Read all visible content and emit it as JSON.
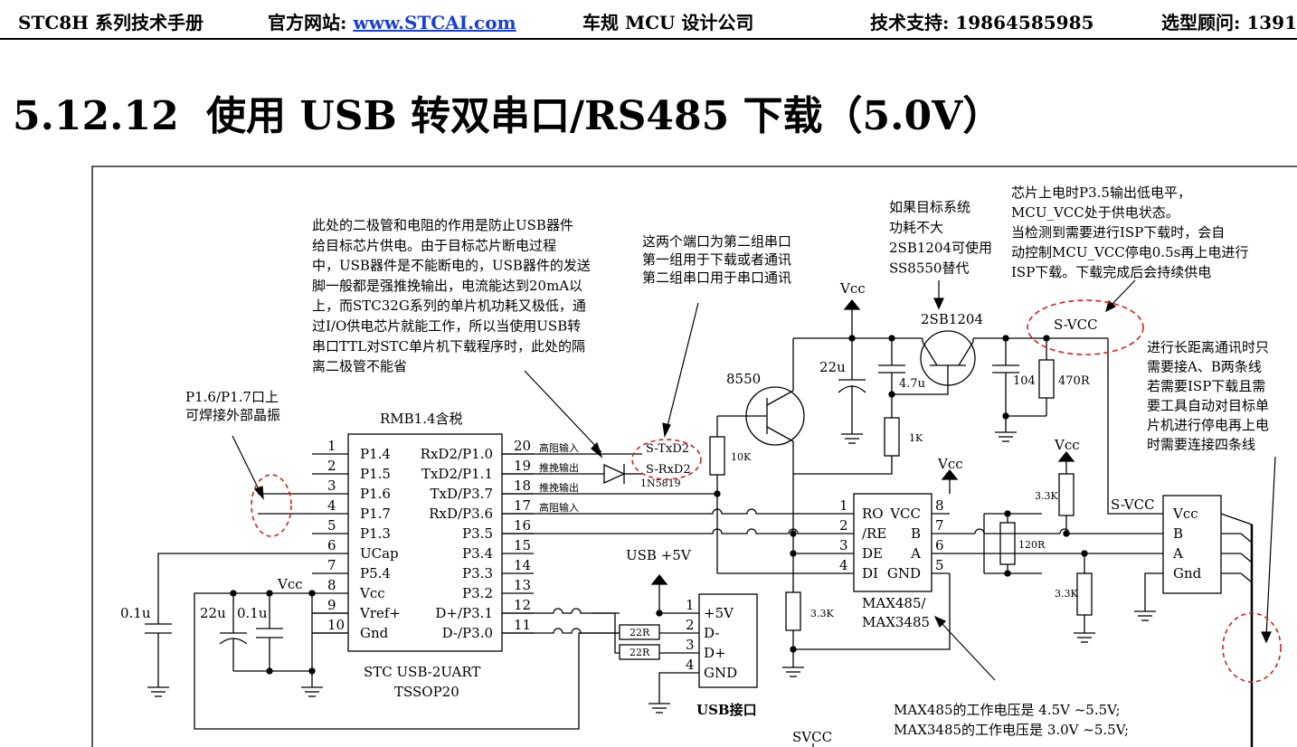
{
  "header": {
    "manual": "STC8H 系列技术手册",
    "site_label": "官方网站: ",
    "site_url": "www.STCAI.com",
    "company": "车规 MCU 设计公司",
    "support": "技术支持: 19864585985",
    "consultant": "选型顾问: 1391"
  },
  "title": {
    "number": "5.12.12",
    "text": "使用 USB 转双串口/RS485 下载（5.0V）"
  },
  "notes": {
    "diode": [
      "此处的二极管和电阻的作用是防止USB器件",
      "给目标芯片供电。由于目标芯片断电过程",
      "中，USB器件是不能断电的，USB器件的发送",
      "脚一般都是强推挽输出，电流能达到20mA以",
      "上，而STC32G系列的单片机功耗又极低，通",
      "过I/O供电芯片就能工作，所以当使用USB转",
      "串口TTL对STC单片机下载程序时，此处的隔",
      "离二极管不能省"
    ],
    "ports": [
      "这两个端口为第二组串口",
      "第一组用于下载或者通讯",
      "第二组串口用于串口通讯"
    ],
    "crystal": [
      "P1.6/P1.7口上",
      "可焊接外部晶振"
    ],
    "transistor": [
      "如果目标系统",
      "功耗不大",
      "2SB1204可使用",
      "SS8550替代"
    ],
    "power": [
      "芯片上电时P3.5输出低电平，",
      "MCU_VCC处于供电状态。",
      "当检测到需要进行ISP下载时，会自",
      "动控制MCU_VCC停电0.5s再上电进行",
      "ISP下载。下载完成后会持续供电"
    ],
    "rs485": [
      "进行长距离通讯时只",
      "需要接A、B两条线",
      "若需要ISP下载且需",
      "要工具自动对目标单",
      "片机进行停电再上电",
      "时需要连接四条线"
    ],
    "voltage": [
      "MAX485的工作电压是 4.5V ~5.5V;",
      "MAX3485的工作电压是 3.0V ~5.5V;"
    ]
  },
  "chip": {
    "top_label": "RMB1.4含税",
    "name": "STC USB-2UART",
    "package": "TSSOP20",
    "left_pins": [
      {
        "num": "1",
        "name": "P1.4"
      },
      {
        "num": "2",
        "name": "P1.5"
      },
      {
        "num": "3",
        "name": "P1.6"
      },
      {
        "num": "4",
        "name": "P1.7"
      },
      {
        "num": "5",
        "name": "P1.3"
      },
      {
        "num": "6",
        "name": "UCap"
      },
      {
        "num": "7",
        "name": "P5.4"
      },
      {
        "num": "8",
        "name": "Vcc"
      },
      {
        "num": "9",
        "name": "Vref+"
      },
      {
        "num": "10",
        "name": "Gnd"
      }
    ],
    "right_pins": [
      {
        "num": "20",
        "name": "RxD2/P1.0",
        "tag": "高阻输入"
      },
      {
        "num": "19",
        "name": "TxD2/P1.1",
        "tag": "推挽输出"
      },
      {
        "num": "18",
        "name": "TxD/P3.7",
        "tag": "推挽输出"
      },
      {
        "num": "17",
        "name": "RxD/P3.6",
        "tag": "高阻输入"
      },
      {
        "num": "16",
        "name": "P3.5",
        "tag": ""
      },
      {
        "num": "15",
        "name": "P3.4",
        "tag": ""
      },
      {
        "num": "14",
        "name": "P3.3",
        "tag": ""
      },
      {
        "num": "13",
        "name": "P3.2",
        "tag": ""
      },
      {
        "num": "12",
        "name": "D+/P3.1",
        "tag": ""
      },
      {
        "num": "11",
        "name": "D-/P3.0",
        "tag": ""
      }
    ]
  },
  "max485": {
    "left_pins": [
      {
        "num": "1",
        "name": "RO"
      },
      {
        "num": "2",
        "name": "/RE"
      },
      {
        "num": "3",
        "name": "DE"
      },
      {
        "num": "4",
        "name": "DI"
      }
    ],
    "right_pins": [
      {
        "num": "8",
        "name": "VCC"
      },
      {
        "num": "7",
        "name": "B"
      },
      {
        "num": "6",
        "name": "A"
      },
      {
        "num": "5",
        "name": "GND"
      }
    ],
    "name": "MAX485/",
    "name2": "MAX3485"
  },
  "usb": {
    "supply": "USB +5V",
    "pins": [
      {
        "num": "1",
        "name": "+5V"
      },
      {
        "num": "2",
        "name": "D-"
      },
      {
        "num": "3",
        "name": "D+"
      },
      {
        "num": "4",
        "name": "GND"
      }
    ],
    "label": "USB接口"
  },
  "connector": {
    "pins": [
      "Vcc",
      "B",
      "A",
      "Gnd"
    ],
    "label": "S-VCC"
  },
  "labels": {
    "s_txd2": "S-TxD2",
    "s_rxd2": "S-RxD2",
    "diode": "1N5819",
    "vcc": "Vcc",
    "s_vcc": "S-VCC",
    "svcc": "SVCC",
    "q8550": "8550",
    "q2sb": "2SB1204",
    "r10k": "10K",
    "r1k": "1K",
    "r470": "470R",
    "r120": "120R",
    "r33k": "3.3K",
    "r22": "22R",
    "c22u": "22u",
    "c47u": "4.7u",
    "c104": "104",
    "c01u": "0.1u"
  },
  "colors": {
    "annotation": "#d42020",
    "link": "#1a3fcf"
  }
}
